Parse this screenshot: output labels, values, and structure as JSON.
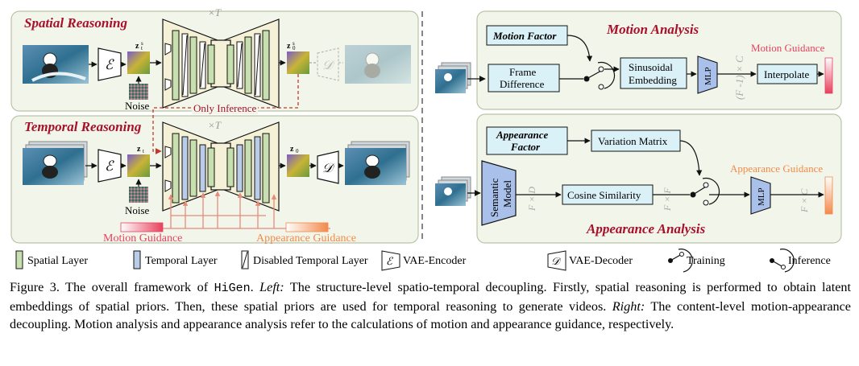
{
  "panels": {
    "spatial_title": "Spatial Reasoning",
    "temporal_title": "Temporal Reasoning",
    "motion_title": "Motion Analysis",
    "appearance_title": "Appearance Analysis"
  },
  "spatial": {
    "times_t": "×T",
    "noise": "Noise",
    "z_in": "z",
    "z_in_sup": "s",
    "z_in_sub": "t",
    "z_out": "z",
    "z_out_sup": "s",
    "z_out_sub": "0",
    "only_inference": "Only Inference"
  },
  "temporal": {
    "times_t": "×T",
    "noise": "Noise",
    "z_in": "z",
    "z_in_sub": "t",
    "z_out": "z",
    "z_out_sub": "0",
    "motion_guidance": "Motion Guidance",
    "appearance_guidance": "Appearance Guidance"
  },
  "symbols": {
    "encoder": "ℰ",
    "decoder": "𝒟"
  },
  "motion": {
    "factor": "Motion Factor",
    "frame_difference_1": "Frame",
    "frame_difference_2": "Difference",
    "sinusoidal_1": "Sinusoidal",
    "sinusoidal_2": "Embedding",
    "mlp": "MLP",
    "dim": "(F -1) × C",
    "interpolate": "Interpolate",
    "guidance": "Motion Guidance"
  },
  "appearance": {
    "factor_1": "Appearance",
    "factor_2": "Factor",
    "variation": "Variation Matrix",
    "semantic_1": "Semantic",
    "semantic_2": "Model",
    "fd": "F × D",
    "cosine": "Cosine Similarity",
    "ff": "F × F",
    "mlp": "MLP",
    "fc": "F × C",
    "guidance": "Appearance Guidance"
  },
  "legend": {
    "spatial_layer": "Spatial Layer",
    "temporal_layer": "Temporal Layer",
    "disabled_temporal": "Disabled Temporal Layer",
    "vae_encoder": "VAE-Encoder",
    "vae_decoder": "VAE-Decoder",
    "training": "Training",
    "inference": "Inference"
  },
  "caption": {
    "prefix": "Figure 3. The overall framework of ",
    "name": "HiGen",
    "after_name": ". ",
    "left_label": "Left:",
    "left_text": " The structure-level spatio-temporal decoupling. Firstly, spatial reasoning is performed to obtain latent embeddings of spatial priors. Then, these spatial priors are used for temporal reasoning to generate videos. ",
    "right_label": "Right:",
    "right_text": " The content-level motion-appearance decoupling. Motion analysis and appearance analysis refer to the calculations of motion and appearance guidance, respectively."
  },
  "colors": {
    "panel_bg": "#f2f6ea",
    "panel_border": "#b9c4a8",
    "title_red": "#a8102a",
    "spatial_layer": "#c8dfb0",
    "temporal_layer": "#b9cde9",
    "box_fill": "#d9f1f7",
    "motion_guidance": "#e8405e",
    "appearance_guidance": "#f28a4a",
    "mlp_fill": "#a9c0ea"
  }
}
